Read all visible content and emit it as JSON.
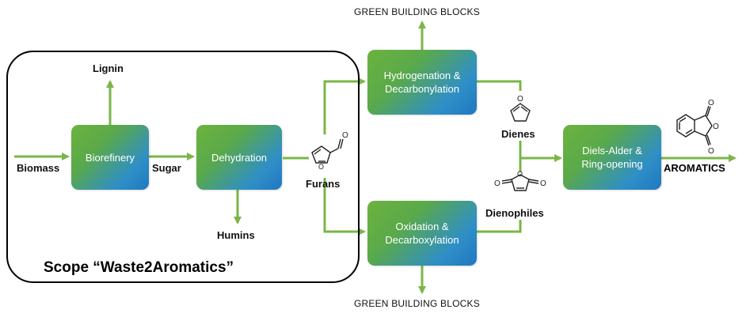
{
  "colors": {
    "arrow": "#7ab648",
    "box_start": "#6cb33f",
    "box_end": "#1f78c1",
    "scope_border": "#000000"
  },
  "scope": {
    "label": "Scope “Waste2Aromatics”"
  },
  "boxes": {
    "biorefinery": "Biorefinery",
    "dehydration": "Dehydration",
    "hydrogenation_line1": "Hydrogenation &",
    "hydrogenation_line2": "Decarbonylation",
    "oxidation_line1": "Oxidation &",
    "oxidation_line2": "Decarboxylation",
    "diels_alder_line1": "Diels-Alder &",
    "diels_alder_line2": "Ring-opening"
  },
  "labels": {
    "biomass": "Biomass",
    "sugar": "Sugar",
    "lignin": "Lignin",
    "humins": "Humins",
    "furans": "Furans",
    "dienes": "Dienes",
    "dienophiles": "Dienophiles",
    "aromatics": "AROMATICS",
    "green_top": "GREEN BUILDING BLOCKS",
    "green_bottom": "GREEN BUILDING BLOCKS"
  },
  "molecules": {
    "furans_structure": "furfural",
    "dienes_structure": "furan",
    "dienophiles_structure": "maleic-anhydride",
    "aromatics_structure": "phthalic-anhydride"
  }
}
